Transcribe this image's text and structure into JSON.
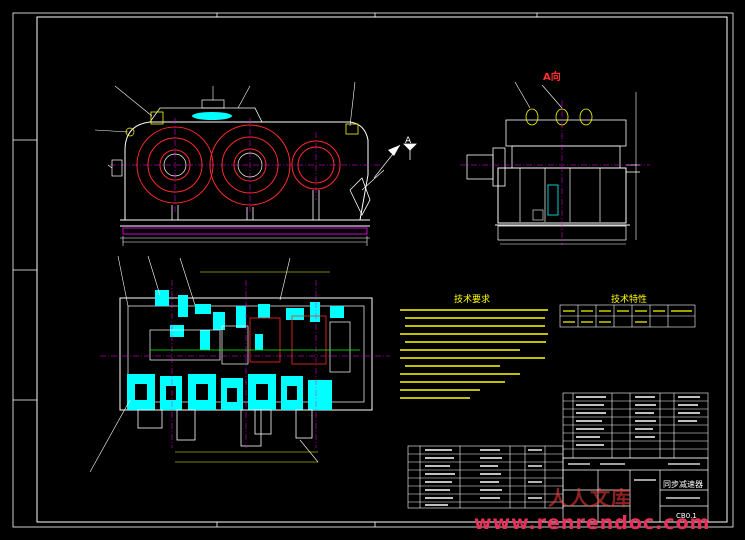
{
  "view_labels": {
    "a_view": "A向",
    "section_a": "A",
    "tech_requirements": "技术要求",
    "tech_specs": "技术特性"
  },
  "title_block": {
    "product_name": "同步减速器",
    "drawing_code": "CB0.1"
  },
  "watermark": {
    "brand": "人人文库",
    "url": "www.renrendoc.com"
  },
  "colors": {
    "background": "#000000",
    "outline": "#ffffff",
    "gear": "#ff2a2a",
    "section_fill": "#00ffff",
    "accent": "#ffff00",
    "shaft": "#00ff00",
    "centerline": "#ff00ff",
    "watermark": "#e8305a"
  }
}
